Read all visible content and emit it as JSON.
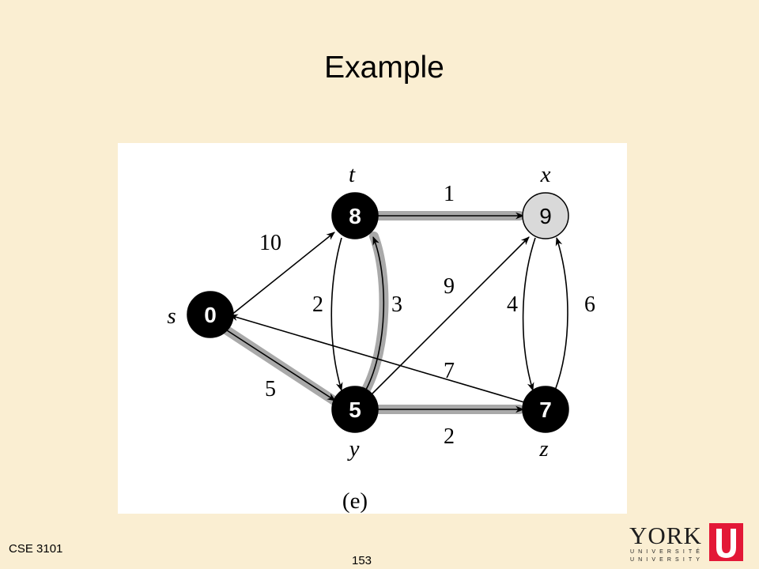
{
  "slide": {
    "title": "Example",
    "course": "CSE 3101",
    "page_number": "153"
  },
  "logo": {
    "word": "YORK",
    "line1": "UNIVERSITÉ",
    "line2": "UNIVERSITY",
    "color_red": "#E31837",
    "color_dark": "#1E1E1E"
  },
  "diagram": {
    "caption": "(e)",
    "nodes": [
      {
        "id": "s",
        "name": "s",
        "value": "0",
        "fill": "#000000"
      },
      {
        "id": "t",
        "name": "t",
        "value": "8",
        "fill": "#000000"
      },
      {
        "id": "x",
        "name": "x",
        "value": "9",
        "fill": "#D9D9D9"
      },
      {
        "id": "y",
        "name": "y",
        "value": "5",
        "fill": "#000000"
      },
      {
        "id": "z",
        "name": "z",
        "value": "7",
        "fill": "#000000"
      }
    ],
    "edges": [
      {
        "from": "s",
        "to": "t",
        "weight": "10",
        "highlighted": false
      },
      {
        "from": "s",
        "to": "y",
        "weight": "5",
        "highlighted": true
      },
      {
        "from": "t",
        "to": "x",
        "weight": "1",
        "highlighted": true
      },
      {
        "from": "t",
        "to": "y",
        "weight": "2",
        "highlighted": false
      },
      {
        "from": "y",
        "to": "t",
        "weight": "3",
        "highlighted": true
      },
      {
        "from": "y",
        "to": "x",
        "weight": "9",
        "highlighted": false
      },
      {
        "from": "y",
        "to": "z",
        "weight": "2",
        "highlighted": true
      },
      {
        "from": "z",
        "to": "s",
        "weight": "7",
        "highlighted": false
      },
      {
        "from": "x",
        "to": "z",
        "weight": "4",
        "highlighted": false
      },
      {
        "from": "z",
        "to": "x",
        "weight": "6",
        "highlighted": false
      }
    ],
    "highlight_color": "#A9A9A9"
  }
}
